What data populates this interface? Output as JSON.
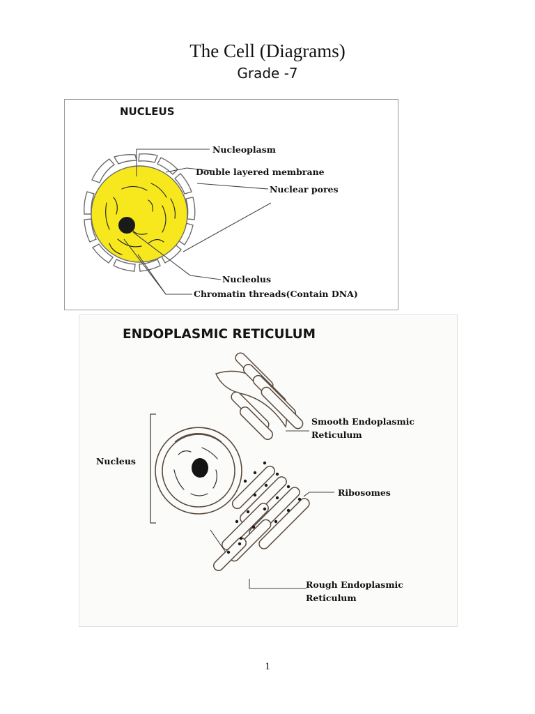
{
  "page": {
    "title": "The Cell (Diagrams)",
    "subtitle": "Grade -7",
    "page_number": "1"
  },
  "nucleus_diagram": {
    "heading": "NUCLEUS",
    "labels": {
      "nucleoplasm": "Nucleoplasm",
      "membrane": "Double layered membrane",
      "pores": "Nuclear pores",
      "nucleolus": "Nucleolus",
      "chromatin": "Chromatin threads(Contain DNA)"
    },
    "colors": {
      "nucleoplasm_fill": "#f7e81e",
      "outline": "#6b6b6b"
    }
  },
  "er_diagram": {
    "heading": "ENDOPLASMIC RETICULUM",
    "labels": {
      "smooth_line1": "Smooth Endoplasmic",
      "smooth_line2": "Reticulum",
      "nucleus": "Nucleus",
      "ribosomes": "Ribosomes",
      "rough_line1": "Rough Endoplasmic",
      "rough_line2": "Reticulum"
    },
    "colors": {
      "outline": "#5a4a3f"
    }
  }
}
